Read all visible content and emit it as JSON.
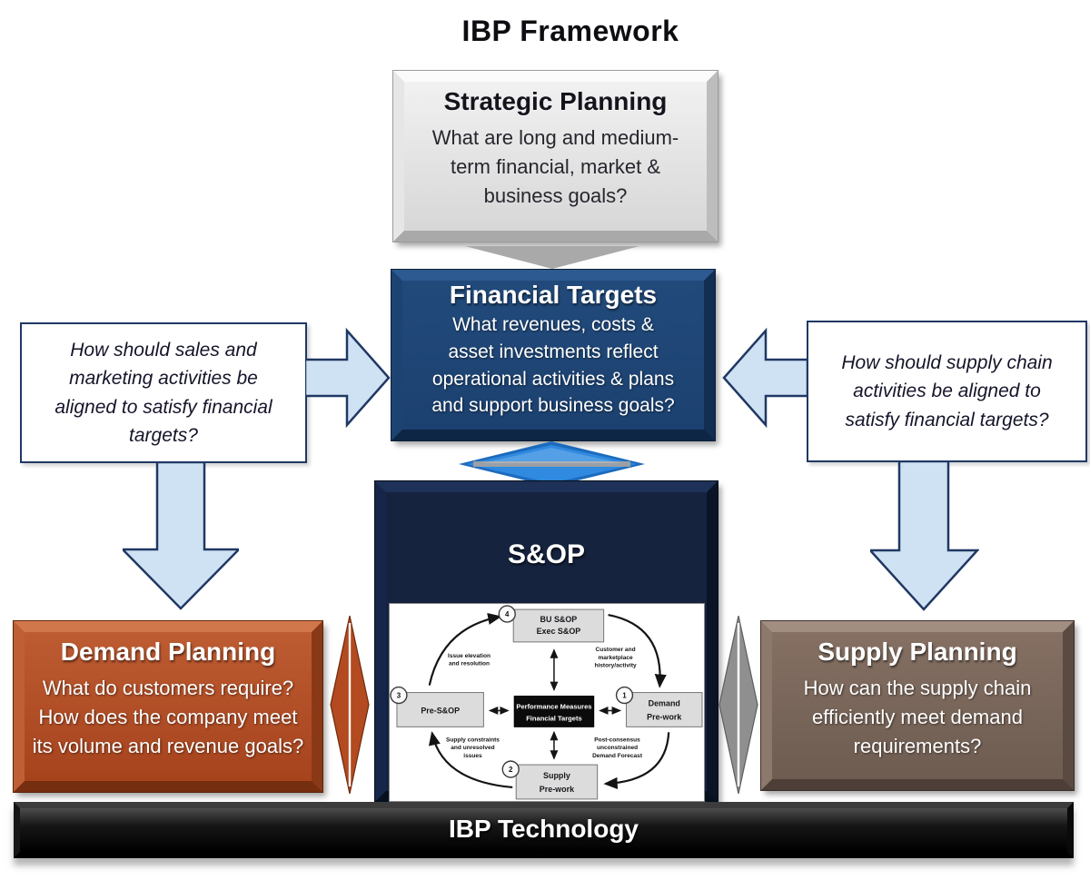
{
  "title": "IBP Framework",
  "colors": {
    "strategic_gray": "#dedede",
    "financial_blue": "#214a7b",
    "sop_navy": "#15233f",
    "demand_rust": "#b0502a",
    "supply_taupe": "#7b685c",
    "technology_black": "#000000",
    "block_arrow_blue": "#cfe2f3",
    "triangle_gray": "#a9a9a9",
    "diamond_blue": "#2f8ae0",
    "diamond_rust": "#b34a20",
    "diamond_gray": "#8f8f8f"
  },
  "strategic": {
    "title": "Strategic Planning",
    "lines": [
      "What are long and medium-",
      "term financial, market &",
      "business goals?"
    ]
  },
  "financial": {
    "title": "Financial Targets",
    "lines": [
      "What revenues, costs &",
      "asset investments reflect",
      "operational activities & plans",
      "and support business goals?"
    ]
  },
  "left_question": {
    "lines": [
      "How should sales and",
      "marketing activities be",
      "aligned to satisfy financial",
      "targets?"
    ]
  },
  "right_question": {
    "lines": [
      "How should supply chain",
      "activities be aligned to",
      "satisfy financial targets?"
    ]
  },
  "sop": {
    "title": "S&OP",
    "cycle": {
      "bu": {
        "num": "4",
        "line1": "BU S&OP",
        "line2": "Exec S&OP"
      },
      "demand": {
        "num": "1",
        "line1": "Demand",
        "line2": "Pre-work"
      },
      "supply": {
        "num": "2",
        "line1": "Supply",
        "line2": "Pre-work"
      },
      "presop": {
        "num": "3",
        "line1": "Pre-S&OP"
      },
      "center": {
        "line1": "Performance Measures",
        "line2": "Financial Targets"
      },
      "labels": {
        "top_left": [
          "Issue elevation",
          "and resolution"
        ],
        "top_right": [
          "Customer and",
          "marketplace",
          "history/activity"
        ],
        "bottom_left": [
          "Supply constraints",
          "and unresolved",
          "issues"
        ],
        "bottom_right": [
          "Post-consensus",
          "unconstrained",
          "Demand Forecast"
        ]
      }
    }
  },
  "demand": {
    "title": "Demand Planning",
    "lines": [
      "What do customers require?",
      "How does the company meet",
      "its volume and revenue goals?"
    ]
  },
  "supply": {
    "title": "Supply Planning",
    "lines": [
      "How can the supply chain",
      "efficiently meet demand",
      "requirements?"
    ]
  },
  "technology": {
    "title": "IBP Technology"
  }
}
